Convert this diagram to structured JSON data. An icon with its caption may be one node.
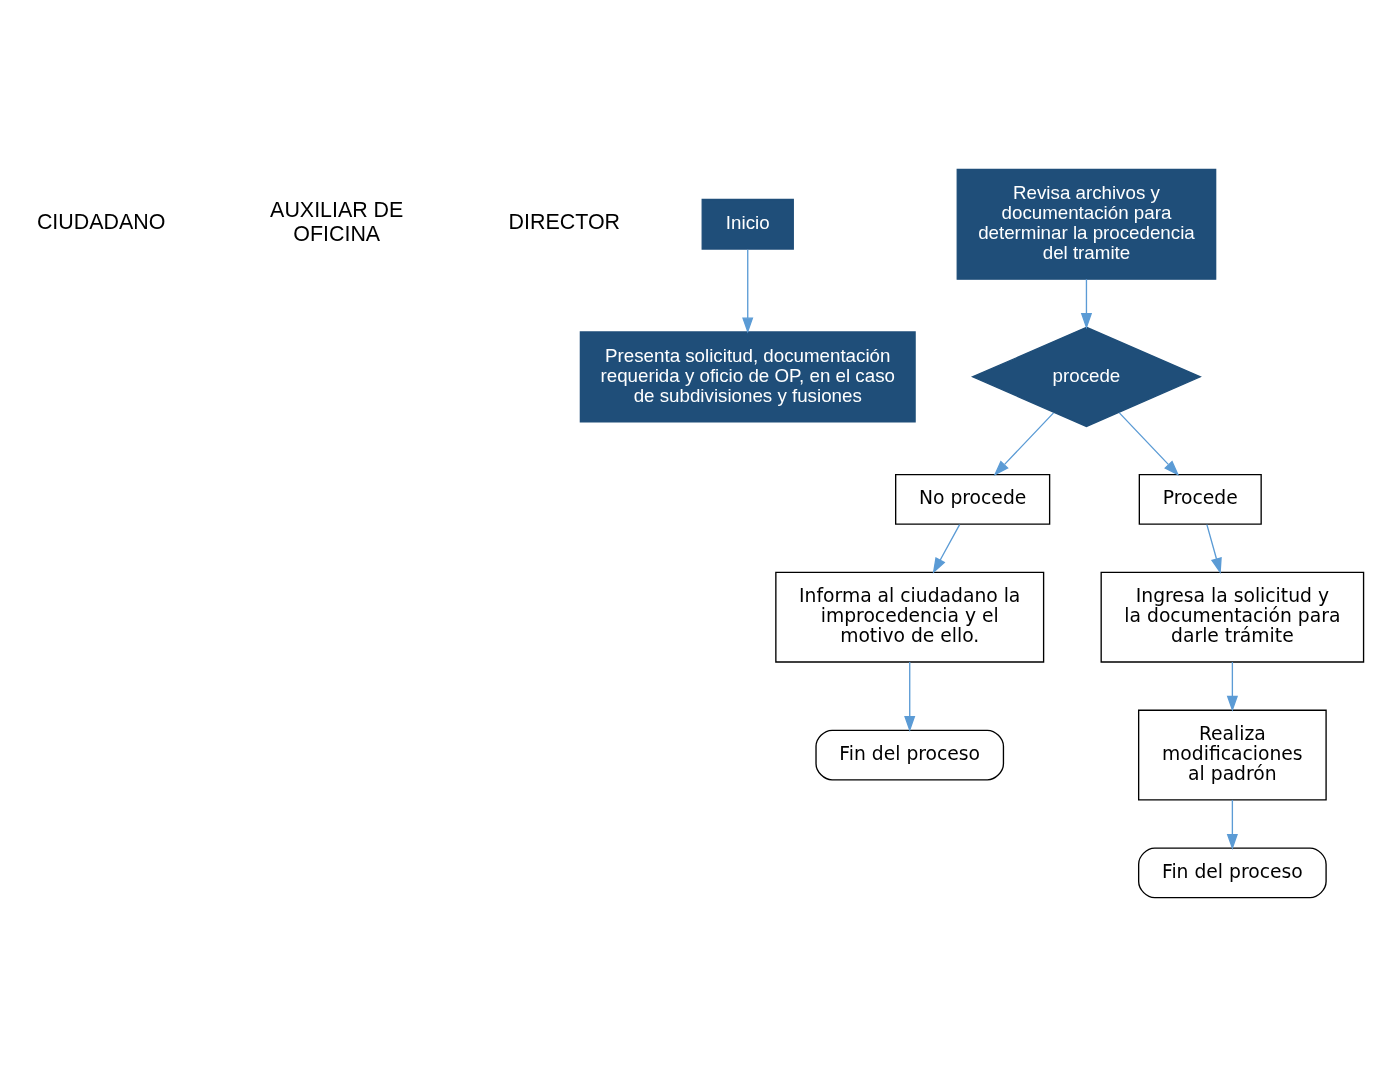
{
  "diagram": {
    "nodes": [
      {
        "text": [
          "Inicio"
        ]
      },
      {
        "text": [
          "Presenta solicitud, documentación requerida y oficio de OP, en el caso de subdivisiones y fusiones"
        ]
      },
      {
        "text": [
          "Revisa archivos y documentación para determinar la procedencia del tramite"
        ]
      },
      {
        "text": [
          "procede"
        ]
      },
      {
        "text": [
          "No procede"
        ]
      },
      {
        "text": [
          "Informa al ciudadano la improcedencia y el motivo de ello."
        ]
      },
      {
        "text": [
          "Fin del proceso"
        ]
      },
      {
        "text": [
          "Procede"
        ]
      },
      {
        "text": [
          "Ingresa la solicitud y la documentación para darle trámite"
        ]
      },
      {
        "text": [
          "Realiza modificaciones al padrón"
        ]
      },
      {
        "text": [
          "Fin del proceso"
        ]
      }
    ],
    "edges": [
      {
        "from": 0,
        "to": 1,
        "arrow": "to"
      },
      {
        "from": 2,
        "to": 3,
        "arrow": "to"
      },
      {
        "from": 3,
        "to": 4,
        "arrow": "to"
      },
      {
        "from": 4,
        "to": 5,
        "arrow": "to"
      },
      {
        "from": 5,
        "to": 6,
        "arrow": "to"
      },
      {
        "from": 3,
        "to": 7,
        "arrow": "to"
      },
      {
        "from": 7,
        "to": 8,
        "arrow": "to"
      },
      {
        "from": 8,
        "to": 9,
        "arrow": "to"
      },
      {
        "from": 9,
        "to": 10,
        "arrow": "to"
      }
    ],
    "labels": [
      "CIUDADANO",
      "AUXILIAR DE OFICINA",
      "DIRECTOR"
    ]
  }
}
